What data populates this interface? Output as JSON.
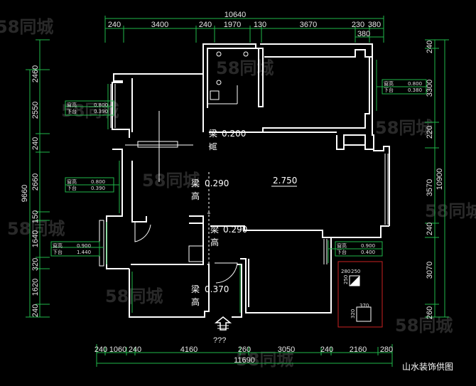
{
  "plan": {
    "top_total": "10640",
    "top_segments": [
      "240",
      "3400",
      "240",
      "1970",
      "130",
      "3670",
      "230",
      "380"
    ],
    "top_sub": "380",
    "bottom_segments": [
      "240",
      "1060",
      "240",
      "4160",
      "260",
      "3050",
      "240",
      "2160",
      "280"
    ],
    "bottom_total": "11690",
    "left_total": "9660",
    "left_segments": [
      "2460",
      "2550",
      "240",
      "2660",
      "150",
      "1640",
      "320",
      "1620",
      "240"
    ],
    "right_total": "10900",
    "right_segments": [
      "240",
      "3300",
      "220",
      "3570",
      "240",
      "3070",
      "260"
    ],
    "beams": [
      {
        "label": "梁",
        "value": "0.200",
        "gao": "高"
      },
      {
        "label": "梁",
        "value": "0.290",
        "gao": "高"
      },
      {
        "label": "梁",
        "value": "0.290",
        "gao": "高"
      },
      {
        "label": "梁",
        "value": "0.370",
        "gao": "高"
      }
    ],
    "height_mark": "2.750",
    "windows": [
      {
        "top": "窗高",
        "top_val": "0.800",
        "bottom": "下台",
        "bottom_val": "0.390"
      },
      {
        "top": "窗高",
        "top_val": "0.800",
        "bottom": "下台",
        "bottom_val": "0.390"
      },
      {
        "top": "窗高",
        "top_val": "0.800",
        "bottom": "下台",
        "bottom_val": "0.380"
      },
      {
        "top": "窗高",
        "top_val": "0.900",
        "bottom": "下台",
        "bottom_val": "1.440"
      },
      {
        "top": "窗高",
        "top_val": "0.900",
        "bottom": "下台",
        "bottom_val": "0.400"
      }
    ],
    "shaft_dims": [
      "280",
      "250",
      "250",
      "320",
      "370"
    ],
    "entrance": "???",
    "watermark": "58同城",
    "caption": "山水装饰供图"
  },
  "colors": {
    "wall": "#ffffff",
    "dimension": "#1fb84a",
    "background": "#000000"
  }
}
